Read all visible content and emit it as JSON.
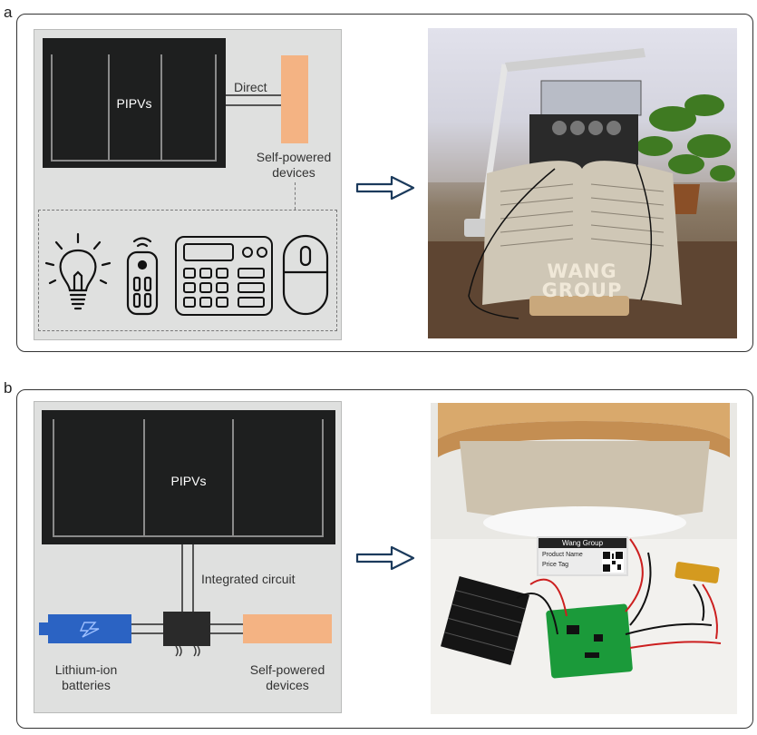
{
  "panels": {
    "a": {
      "letter": "a",
      "pv_label": "PIPVs",
      "direct_label": "Direct",
      "self_powered_label": "Self-powered devices",
      "device_icons": [
        "light-bulb-icon",
        "remote-control-icon",
        "calculator-icon",
        "mouse-icon"
      ],
      "photo_sign_line1": "WANG",
      "photo_sign_line2": "GROUP"
    },
    "b": {
      "letter": "b",
      "pv_label": "PIPVs",
      "integrated_label": "Integrated circuit",
      "battery_label": "Lithium-ion batteries",
      "self_powered_label": "Self-powered devices",
      "photo_tag_header": "Wang Group",
      "photo_tag_line1": "Product Name",
      "photo_tag_line2": "Price Tag"
    }
  },
  "colors": {
    "device_orange": "#f4b383",
    "battery_blue": "#2b63c3",
    "ic_dark": "#2a2a2a",
    "panel_grey": "#dfe0df"
  }
}
